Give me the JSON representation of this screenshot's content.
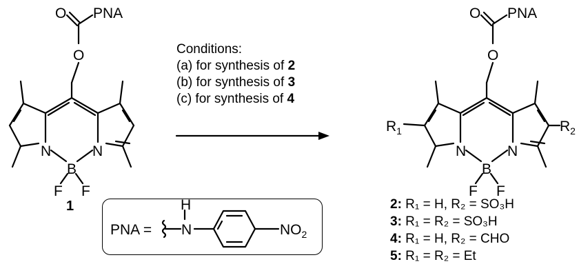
{
  "substituent": "PNA",
  "conditions": {
    "heading": "Conditions:",
    "items": [
      {
        "prefix": "(a) for synthesis of ",
        "target": "2"
      },
      {
        "prefix": "(b) for synthesis of ",
        "target": "3"
      },
      {
        "prefix": "(c) for synthesis of ",
        "target": "4"
      }
    ]
  },
  "starting_label": "1",
  "pna_definition": {
    "lhs": "PNA = ",
    "nh_h": "H",
    "nh_n": "N",
    "group": "NO",
    "group_sub": "2"
  },
  "r_groups": {
    "r1": "R",
    "r1_sub": "1",
    "r2": "R",
    "r2_sub": "2"
  },
  "products": [
    {
      "num": "2:",
      "text": " R₁ = H, R₂ = SO₃H"
    },
    {
      "num": "3:",
      "text": " R₁ = R₂ = SO₃H"
    },
    {
      "num": "4:",
      "text": " R₁ = H, R₂ = CHO"
    },
    {
      "num": "5:",
      "text": " R₁ = R₂ = Et"
    }
  ]
}
